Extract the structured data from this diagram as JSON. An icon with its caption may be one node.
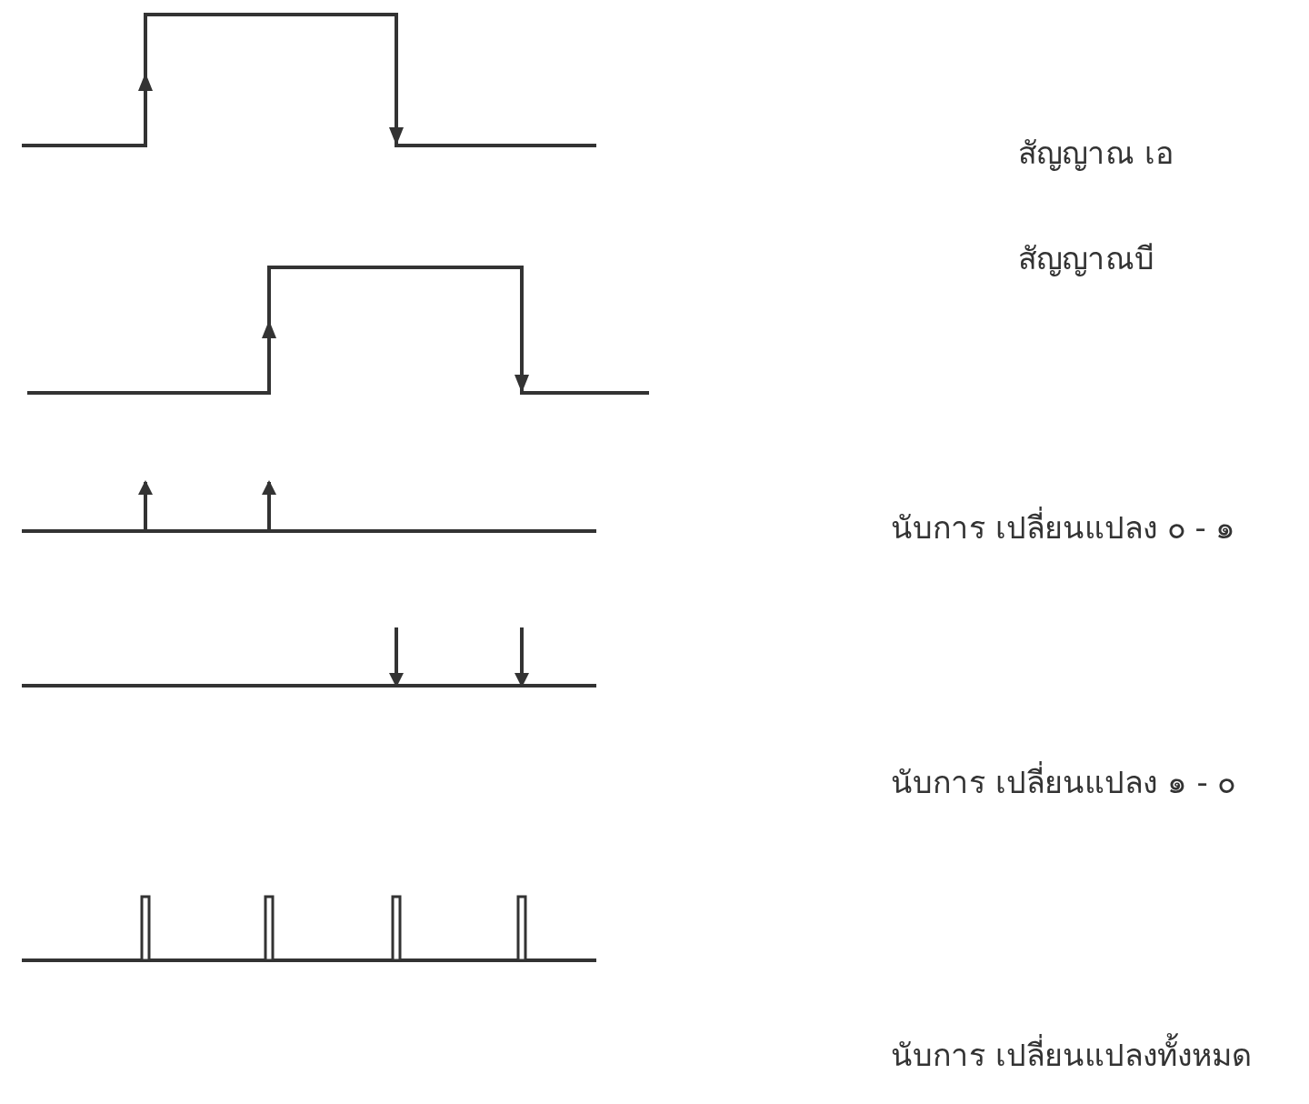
{
  "diagram": {
    "labels": [
      "สัญญาณ เอ",
      "สัญญาณบี",
      "นับการ เปลี่ยนแปลง ๐ - ๑",
      "นับการ เปลี่ยนแปลง ๑ - ๐",
      "นับการ เปลี่ยนแปลงทั้งหมด"
    ]
  }
}
